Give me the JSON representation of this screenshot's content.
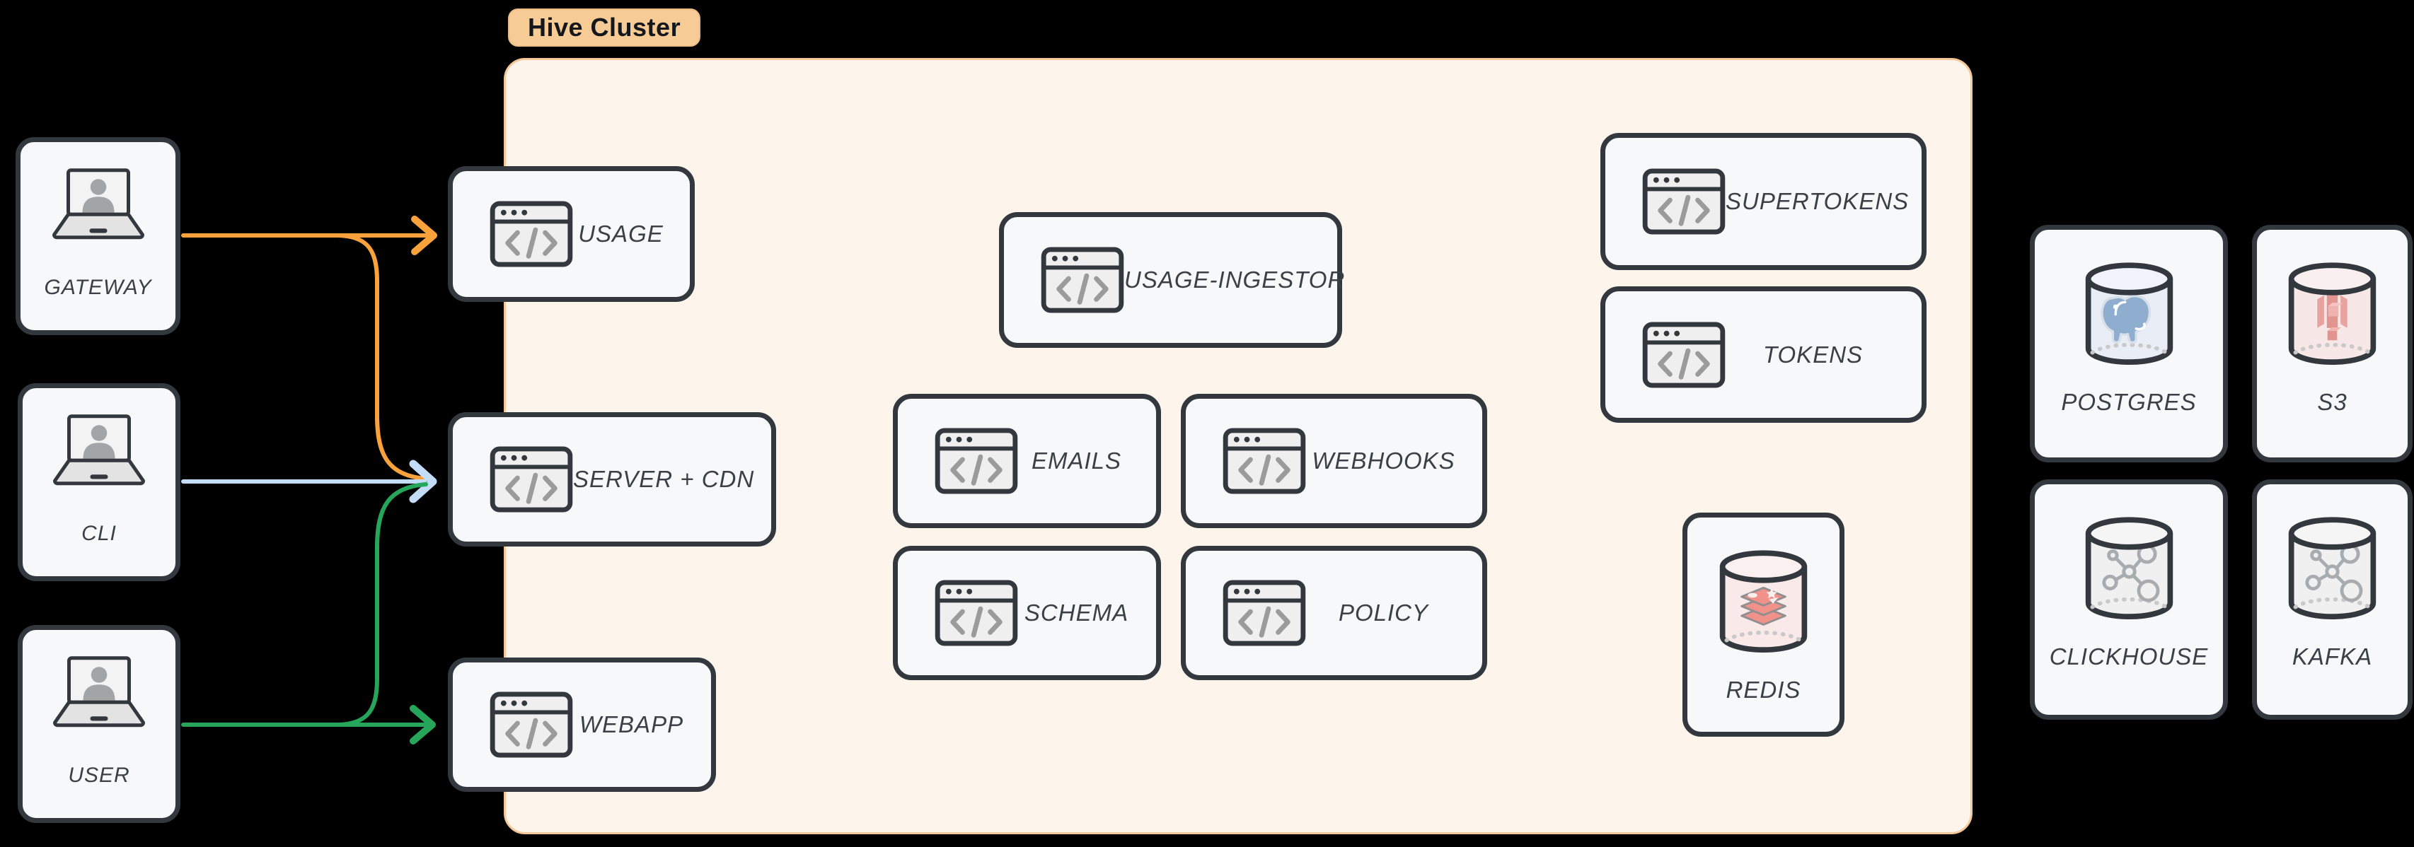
{
  "title": "Hive Cluster architecture diagram",
  "cluster": {
    "label": "Hive Cluster",
    "bg": "#FDF4EB",
    "border": "#F6C897",
    "badge_bg": "#F7CB96",
    "badge_border": "#EDBD84"
  },
  "colors": {
    "page_bg": "#000000",
    "node_border": "#32383E",
    "node_bg": "#F7F8F9",
    "label": "#3A4046",
    "arrow_orange": "#F9A23B",
    "arrow_blue": "#C3DDF9",
    "arrow_green": "#26A65B",
    "code_glyph": "#9B9B9B"
  },
  "clients": [
    {
      "id": "gateway",
      "label": "GATEWAY",
      "icon": "laptop-user-icon"
    },
    {
      "id": "cli",
      "label": "CLI",
      "icon": "laptop-user-icon"
    },
    {
      "id": "user",
      "label": "USER",
      "icon": "laptop-user-icon"
    }
  ],
  "services": [
    {
      "id": "usage",
      "label": "USAGE",
      "icon": "code-window-icon"
    },
    {
      "id": "server-cdn",
      "label": "SERVER + CDN",
      "icon": "code-window-icon"
    },
    {
      "id": "webapp",
      "label": "WEBAPP",
      "icon": "code-window-icon"
    },
    {
      "id": "usage-ingestor",
      "label": "USAGE-INGESTOR",
      "icon": "code-window-icon"
    },
    {
      "id": "emails",
      "label": "EMAILS",
      "icon": "code-window-icon"
    },
    {
      "id": "webhooks",
      "label": "WEBHOOKS",
      "icon": "code-window-icon"
    },
    {
      "id": "schema",
      "label": "SCHEMA",
      "icon": "code-window-icon"
    },
    {
      "id": "policy",
      "label": "POLICY",
      "icon": "code-window-icon"
    },
    {
      "id": "supertokens",
      "label": "SUPERTOKENS",
      "icon": "code-window-icon"
    },
    {
      "id": "tokens",
      "label": "TOKENS",
      "icon": "code-window-icon"
    }
  ],
  "datastores": [
    {
      "id": "redis",
      "label": "REDIS",
      "icon": "redis-db-icon"
    },
    {
      "id": "postgres",
      "label": "POSTGRES",
      "icon": "postgres-db-icon"
    },
    {
      "id": "s3",
      "label": "S3",
      "icon": "s3-db-icon"
    },
    {
      "id": "clickhouse",
      "label": "CLICKHOUSE",
      "icon": "molecule-db-icon"
    },
    {
      "id": "kafka",
      "label": "KAFKA",
      "icon": "molecule-db-icon"
    }
  ],
  "edges": [
    {
      "from": "GATEWAY",
      "to": "USAGE",
      "color": "#F9A23B"
    },
    {
      "from": "GATEWAY",
      "to": "SERVER + CDN",
      "color": "#F9A23B"
    },
    {
      "from": "CLI",
      "to": "SERVER + CDN",
      "color": "#C3DDF9"
    },
    {
      "from": "USER",
      "to": "SERVER + CDN",
      "color": "#26A65B"
    },
    {
      "from": "USER",
      "to": "WEBAPP",
      "color": "#26A65B"
    }
  ]
}
